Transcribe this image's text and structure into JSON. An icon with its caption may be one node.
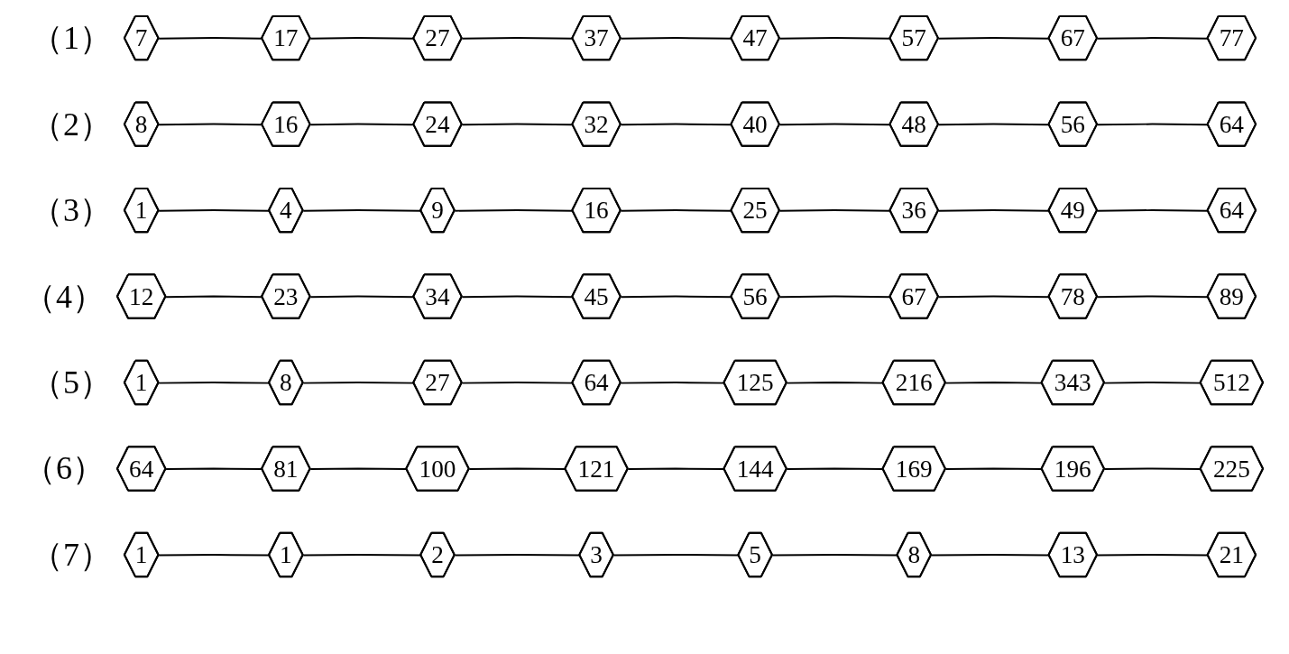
{
  "diagram": {
    "nodes": [
      {
        "text": [
          "7"
        ]
      },
      {
        "text": [
          "17"
        ]
      },
      {
        "text": [
          "27"
        ]
      },
      {
        "text": [
          "37"
        ]
      },
      {
        "text": [
          "47"
        ]
      },
      {
        "text": [
          "57"
        ]
      },
      {
        "text": [
          "67"
        ]
      },
      {
        "text": [
          "77"
        ]
      },
      {
        "text": [
          "8"
        ]
      },
      {
        "text": [
          "16"
        ]
      },
      {
        "text": [
          "24"
        ]
      },
      {
        "text": [
          "32"
        ]
      },
      {
        "text": [
          "40"
        ]
      },
      {
        "text": [
          "48"
        ]
      },
      {
        "text": [
          "56"
        ]
      },
      {
        "text": [
          "64"
        ]
      },
      {
        "text": [
          "1"
        ]
      },
      {
        "text": [
          "4"
        ]
      },
      {
        "text": [
          "9"
        ]
      },
      {
        "text": [
          "16"
        ]
      },
      {
        "text": [
          "25"
        ]
      },
      {
        "text": [
          "36"
        ]
      },
      {
        "text": [
          "49"
        ]
      },
      {
        "text": [
          "64"
        ]
      },
      {
        "text": [
          "12"
        ]
      },
      {
        "text": [
          "23"
        ]
      },
      {
        "text": [
          "34"
        ]
      },
      {
        "text": [
          "45"
        ]
      },
      {
        "text": [
          "56"
        ]
      },
      {
        "text": [
          "67"
        ]
      },
      {
        "text": [
          "78"
        ]
      },
      {
        "text": [
          "89"
        ]
      },
      {
        "text": [
          "1"
        ]
      },
      {
        "text": [
          "8"
        ]
      },
      {
        "text": [
          "27"
        ]
      },
      {
        "text": [
          "64"
        ]
      },
      {
        "text": [
          "125"
        ]
      },
      {
        "text": [
          "216"
        ]
      },
      {
        "text": [
          "343"
        ]
      },
      {
        "text": [
          "512"
        ]
      },
      {
        "text": [
          "64"
        ]
      },
      {
        "text": [
          "81"
        ]
      },
      {
        "text": [
          "100"
        ]
      },
      {
        "text": [
          "121"
        ]
      },
      {
        "text": [
          "144"
        ]
      },
      {
        "text": [
          "169"
        ]
      },
      {
        "text": [
          "196"
        ]
      },
      {
        "text": [
          "225"
        ]
      },
      {
        "text": [
          "1"
        ]
      },
      {
        "text": [
          "1"
        ]
      },
      {
        "text": [
          "2"
        ]
      },
      {
        "text": [
          "3"
        ]
      },
      {
        "text": [
          "5"
        ]
      },
      {
        "text": [
          "8"
        ]
      },
      {
        "text": [
          "13"
        ]
      },
      {
        "text": [
          "21"
        ]
      }
    ],
    "edges": [
      {
        "from": 0,
        "to": 1,
        "arrow": "none"
      },
      {
        "from": 1,
        "to": 2,
        "arrow": "none"
      },
      {
        "from": 2,
        "to": 3,
        "arrow": "none"
      },
      {
        "from": 3,
        "to": 4,
        "arrow": "none"
      },
      {
        "from": 4,
        "to": 5,
        "arrow": "none"
      },
      {
        "from": 5,
        "to": 6,
        "arrow": "none"
      },
      {
        "from": 6,
        "to": 7,
        "arrow": "none"
      },
      {
        "from": 8,
        "to": 9,
        "arrow": "none"
      },
      {
        "from": 9,
        "to": 10,
        "arrow": "none"
      },
      {
        "from": 10,
        "to": 11,
        "arrow": "none"
      },
      {
        "from": 11,
        "to": 12,
        "arrow": "none"
      },
      {
        "from": 12,
        "to": 13,
        "arrow": "none"
      },
      {
        "from": 13,
        "to": 14,
        "arrow": "none"
      },
      {
        "from": 14,
        "to": 15,
        "arrow": "none"
      },
      {
        "from": 16,
        "to": 17,
        "arrow": "none"
      },
      {
        "from": 17,
        "to": 18,
        "arrow": "none"
      },
      {
        "from": 18,
        "to": 19,
        "arrow": "none"
      },
      {
        "from": 19,
        "to": 20,
        "arrow": "none"
      },
      {
        "from": 20,
        "to": 21,
        "arrow": "none"
      },
      {
        "from": 21,
        "to": 22,
        "arrow": "none"
      },
      {
        "from": 22,
        "to": 23,
        "arrow": "none"
      },
      {
        "from": 24,
        "to": 25,
        "arrow": "none"
      },
      {
        "from": 25,
        "to": 26,
        "arrow": "none"
      },
      {
        "from": 26,
        "to": 27,
        "arrow": "none"
      },
      {
        "from": 27,
        "to": 28,
        "arrow": "none"
      },
      {
        "from": 28,
        "to": 29,
        "arrow": "none"
      },
      {
        "from": 29,
        "to": 30,
        "arrow": "none"
      },
      {
        "from": 30,
        "to": 31,
        "arrow": "none"
      },
      {
        "from": 32,
        "to": 33,
        "arrow": "none"
      },
      {
        "from": 33,
        "to": 34,
        "arrow": "none"
      },
      {
        "from": 34,
        "to": 35,
        "arrow": "none"
      },
      {
        "from": 35,
        "to": 36,
        "arrow": "none"
      },
      {
        "from": 36,
        "to": 37,
        "arrow": "none"
      },
      {
        "from": 37,
        "to": 38,
        "arrow": "none"
      },
      {
        "from": 38,
        "to": 39,
        "arrow": "none"
      },
      {
        "from": 40,
        "to": 41,
        "arrow": "none"
      },
      {
        "from": 41,
        "to": 42,
        "arrow": "none"
      },
      {
        "from": 42,
        "to": 43,
        "arrow": "none"
      },
      {
        "from": 43,
        "to": 44,
        "arrow": "none"
      },
      {
        "from": 44,
        "to": 45,
        "arrow": "none"
      },
      {
        "from": 45,
        "to": 46,
        "arrow": "none"
      },
      {
        "from": 46,
        "to": 47,
        "arrow": "none"
      },
      {
        "from": 48,
        "to": 49,
        "arrow": "none"
      },
      {
        "from": 49,
        "to": 50,
        "arrow": "none"
      },
      {
        "from": 50,
        "to": 51,
        "arrow": "none"
      },
      {
        "from": 51,
        "to": 52,
        "arrow": "none"
      },
      {
        "from": 52,
        "to": 53,
        "arrow": "none"
      },
      {
        "from": 53,
        "to": 54,
        "arrow": "none"
      },
      {
        "from": 54,
        "to": 55,
        "arrow": "none"
      }
    ],
    "labels": [
      "（1）",
      "（2）",
      "（3）",
      "（4）",
      "（5）",
      "（6）",
      "（7）"
    ]
  }
}
